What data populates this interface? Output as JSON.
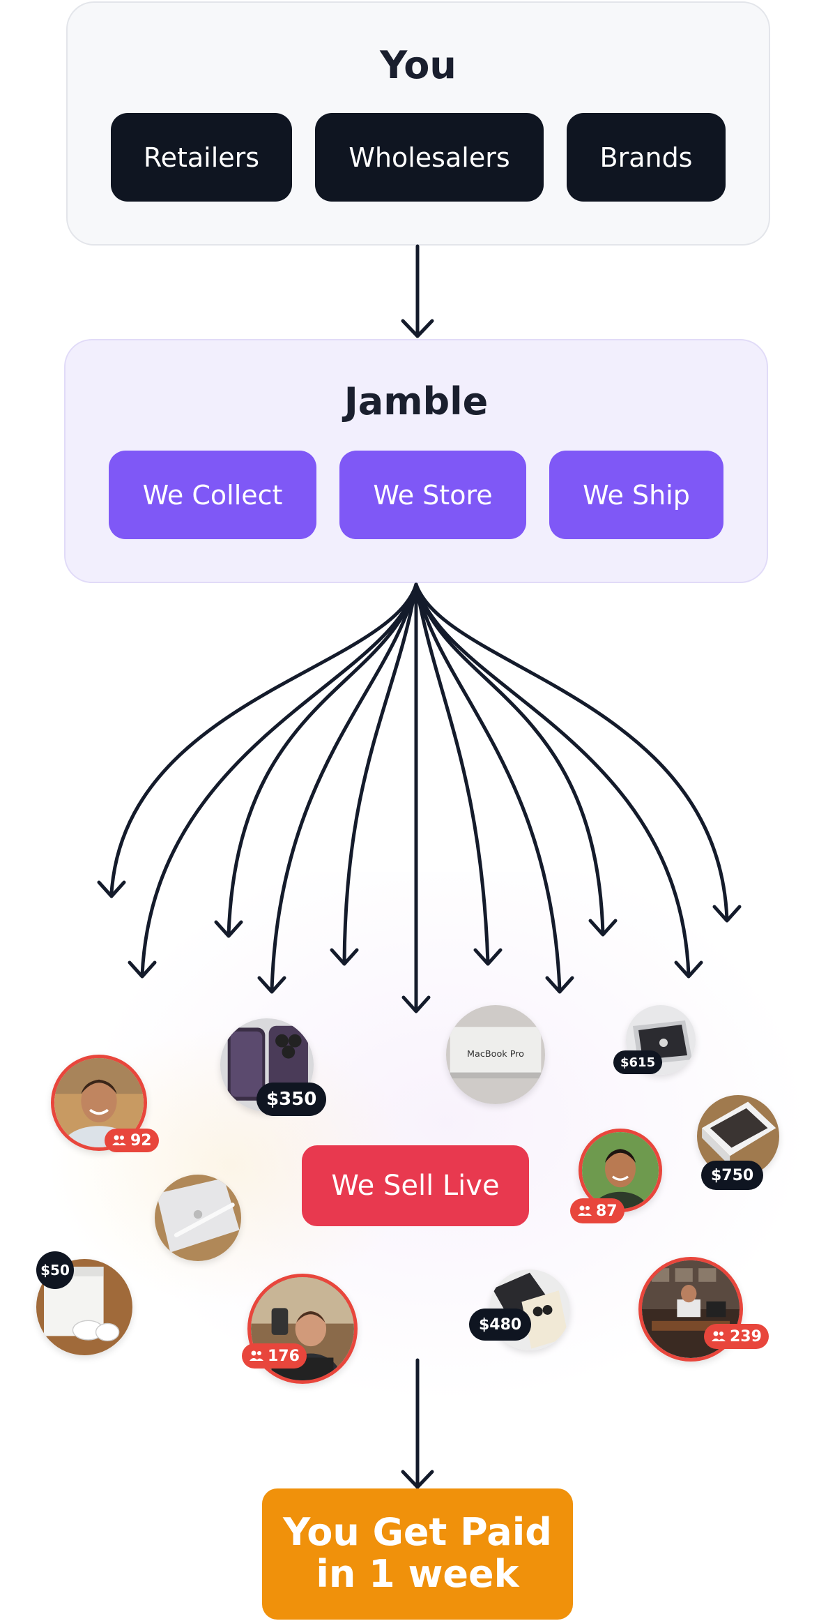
{
  "you_panel": {
    "title": "You",
    "pills": [
      "Retailers",
      "Wholesalers",
      "Brands"
    ]
  },
  "jamble_panel": {
    "title": "Jamble",
    "pills": [
      "We Collect",
      "We Store",
      "We Ship"
    ]
  },
  "sell_live": {
    "label": "We Sell Live"
  },
  "paid": {
    "line1": "You Get Paid",
    "line2": "in 1 week"
  },
  "bubbles": {
    "iphone": {
      "price": "$350"
    },
    "macbook_box": {
      "label": "MacBook Pro"
    },
    "macbook_small": {
      "price": "$615"
    },
    "streamer_1": {
      "viewers": "92"
    },
    "ipad": {},
    "airpods": {
      "price": "$50"
    },
    "streamer_2": {
      "viewers": "176"
    },
    "phone_box": {
      "price": "$480"
    },
    "streamer_3": {
      "viewers": "87"
    },
    "laptop_box": {
      "price": "$750"
    },
    "streamer_4": {
      "viewers": "239"
    }
  },
  "colors": {
    "dark": "#0f1521",
    "purple": "#7f58f6",
    "red": "#e8394f",
    "orange": "#f0910b",
    "live_ring": "#e8463c"
  },
  "icons": [
    "arrow-down-icon",
    "people-icon"
  ]
}
